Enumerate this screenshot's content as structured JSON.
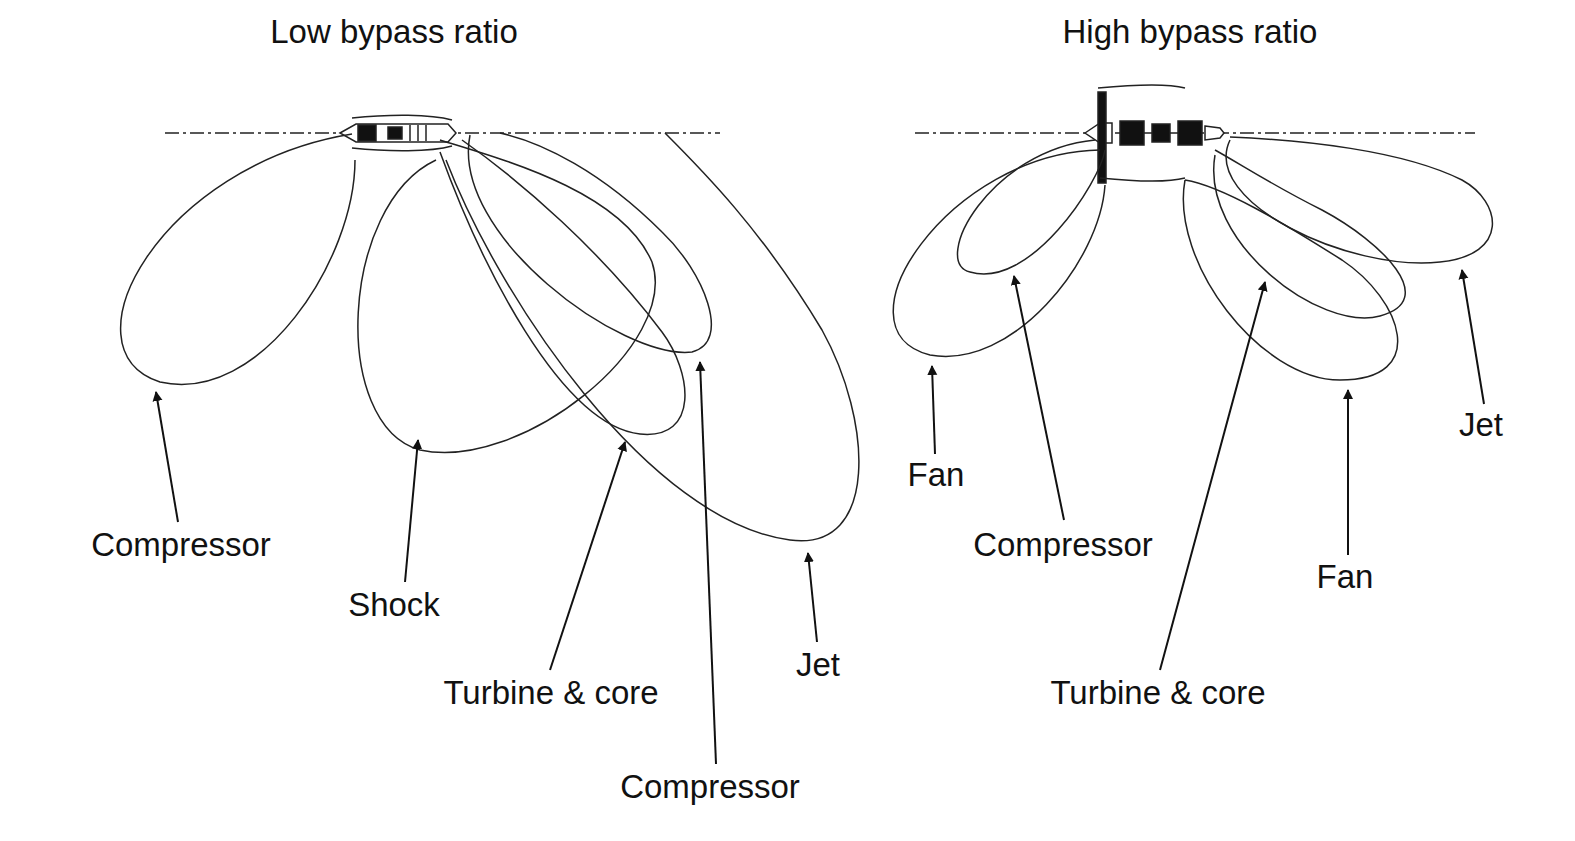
{
  "diagram": {
    "labels": [
      "Low bypass ratio",
      "High bypass ratio",
      "Compressor",
      "Shock",
      "Turbine & core",
      "Compressor",
      "Jet",
      "Fan",
      "Compressor",
      "Fan",
      "Turbine & core",
      "Jet"
    ]
  }
}
